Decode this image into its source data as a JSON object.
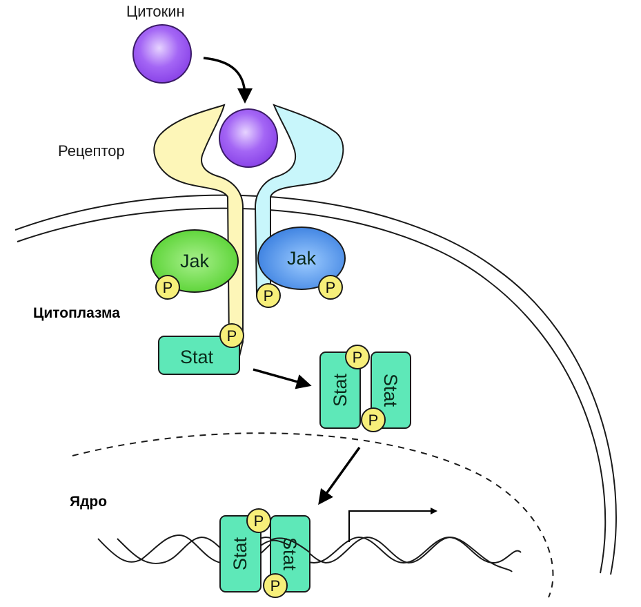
{
  "labels": {
    "cytokine": "Цитокин",
    "receptor": "Рецептор",
    "cytoplasm": "Цитоплазма",
    "nucleus": "Ядро"
  },
  "proteins": {
    "jak_left": "Jak",
    "jak_right": "Jak",
    "stat": "Stat",
    "phosphate": "P"
  },
  "colors": {
    "cytokine": "#9b59f0",
    "receptor_left": "#fdf6b8",
    "receptor_right": "#c8f6fb",
    "jak_left": "#6ee04a",
    "jak_right": "#4a8fe8",
    "stat": "#5ee8b8",
    "phosphate": "#f7ef7a",
    "outline": "#1a1a1a"
  }
}
